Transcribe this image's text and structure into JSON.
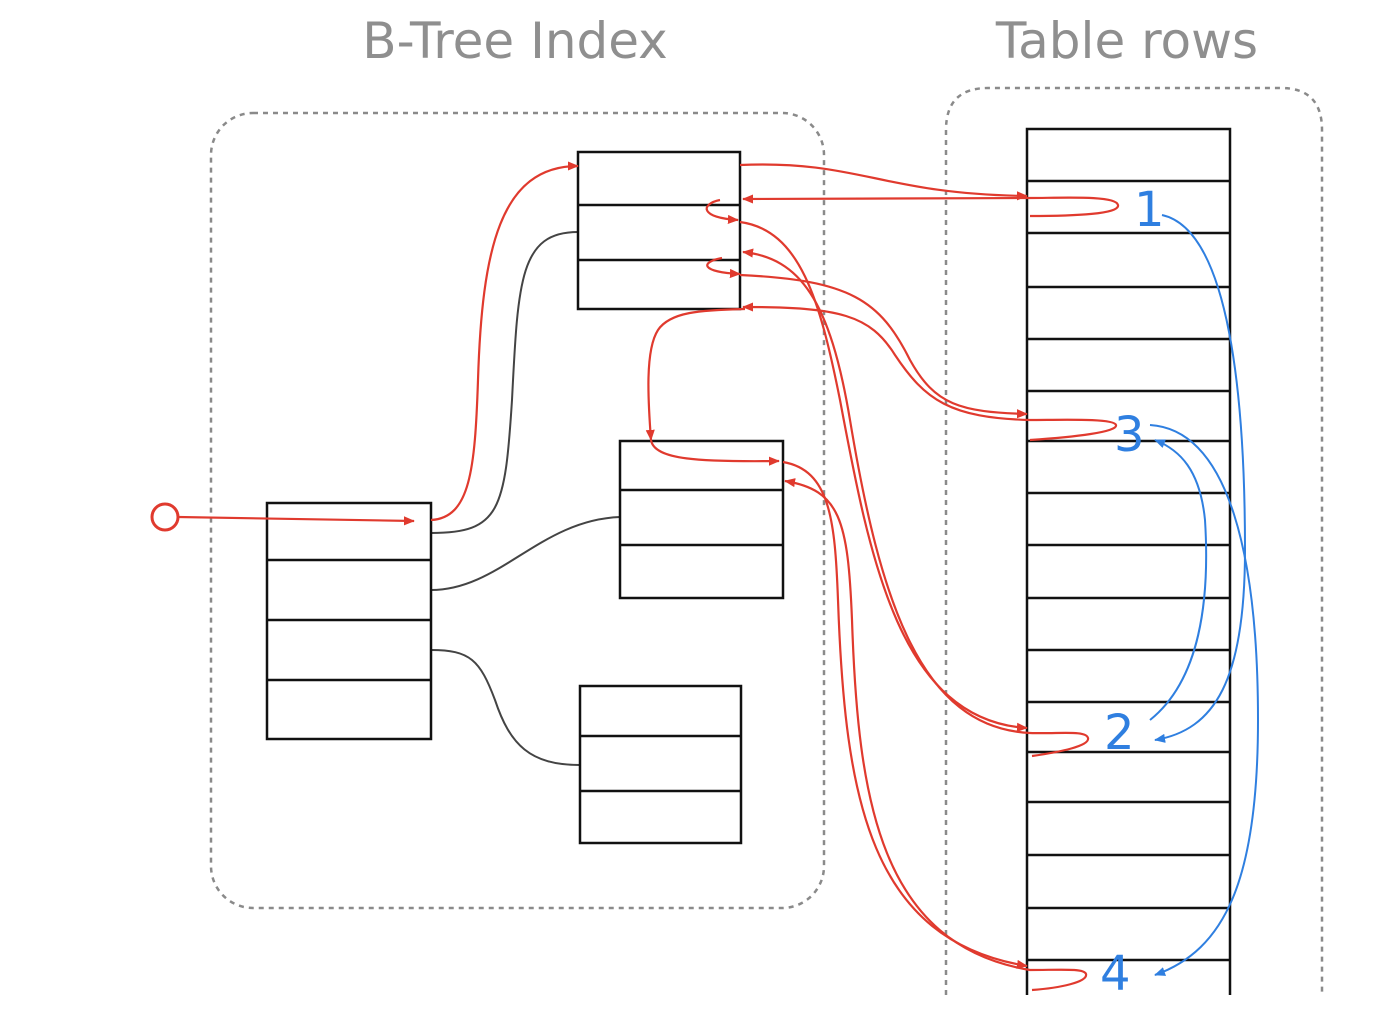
{
  "titles": {
    "index": "B-Tree Index",
    "table": "Table rows"
  },
  "row_labels": [
    "1",
    "2",
    "3",
    "4"
  ],
  "colors": {
    "traversal": "#e03a2e",
    "row_order": "#2f7fe0",
    "structure": "#111111",
    "group_border": "#8a8a8a",
    "title_text": "#8f8f8f"
  }
}
